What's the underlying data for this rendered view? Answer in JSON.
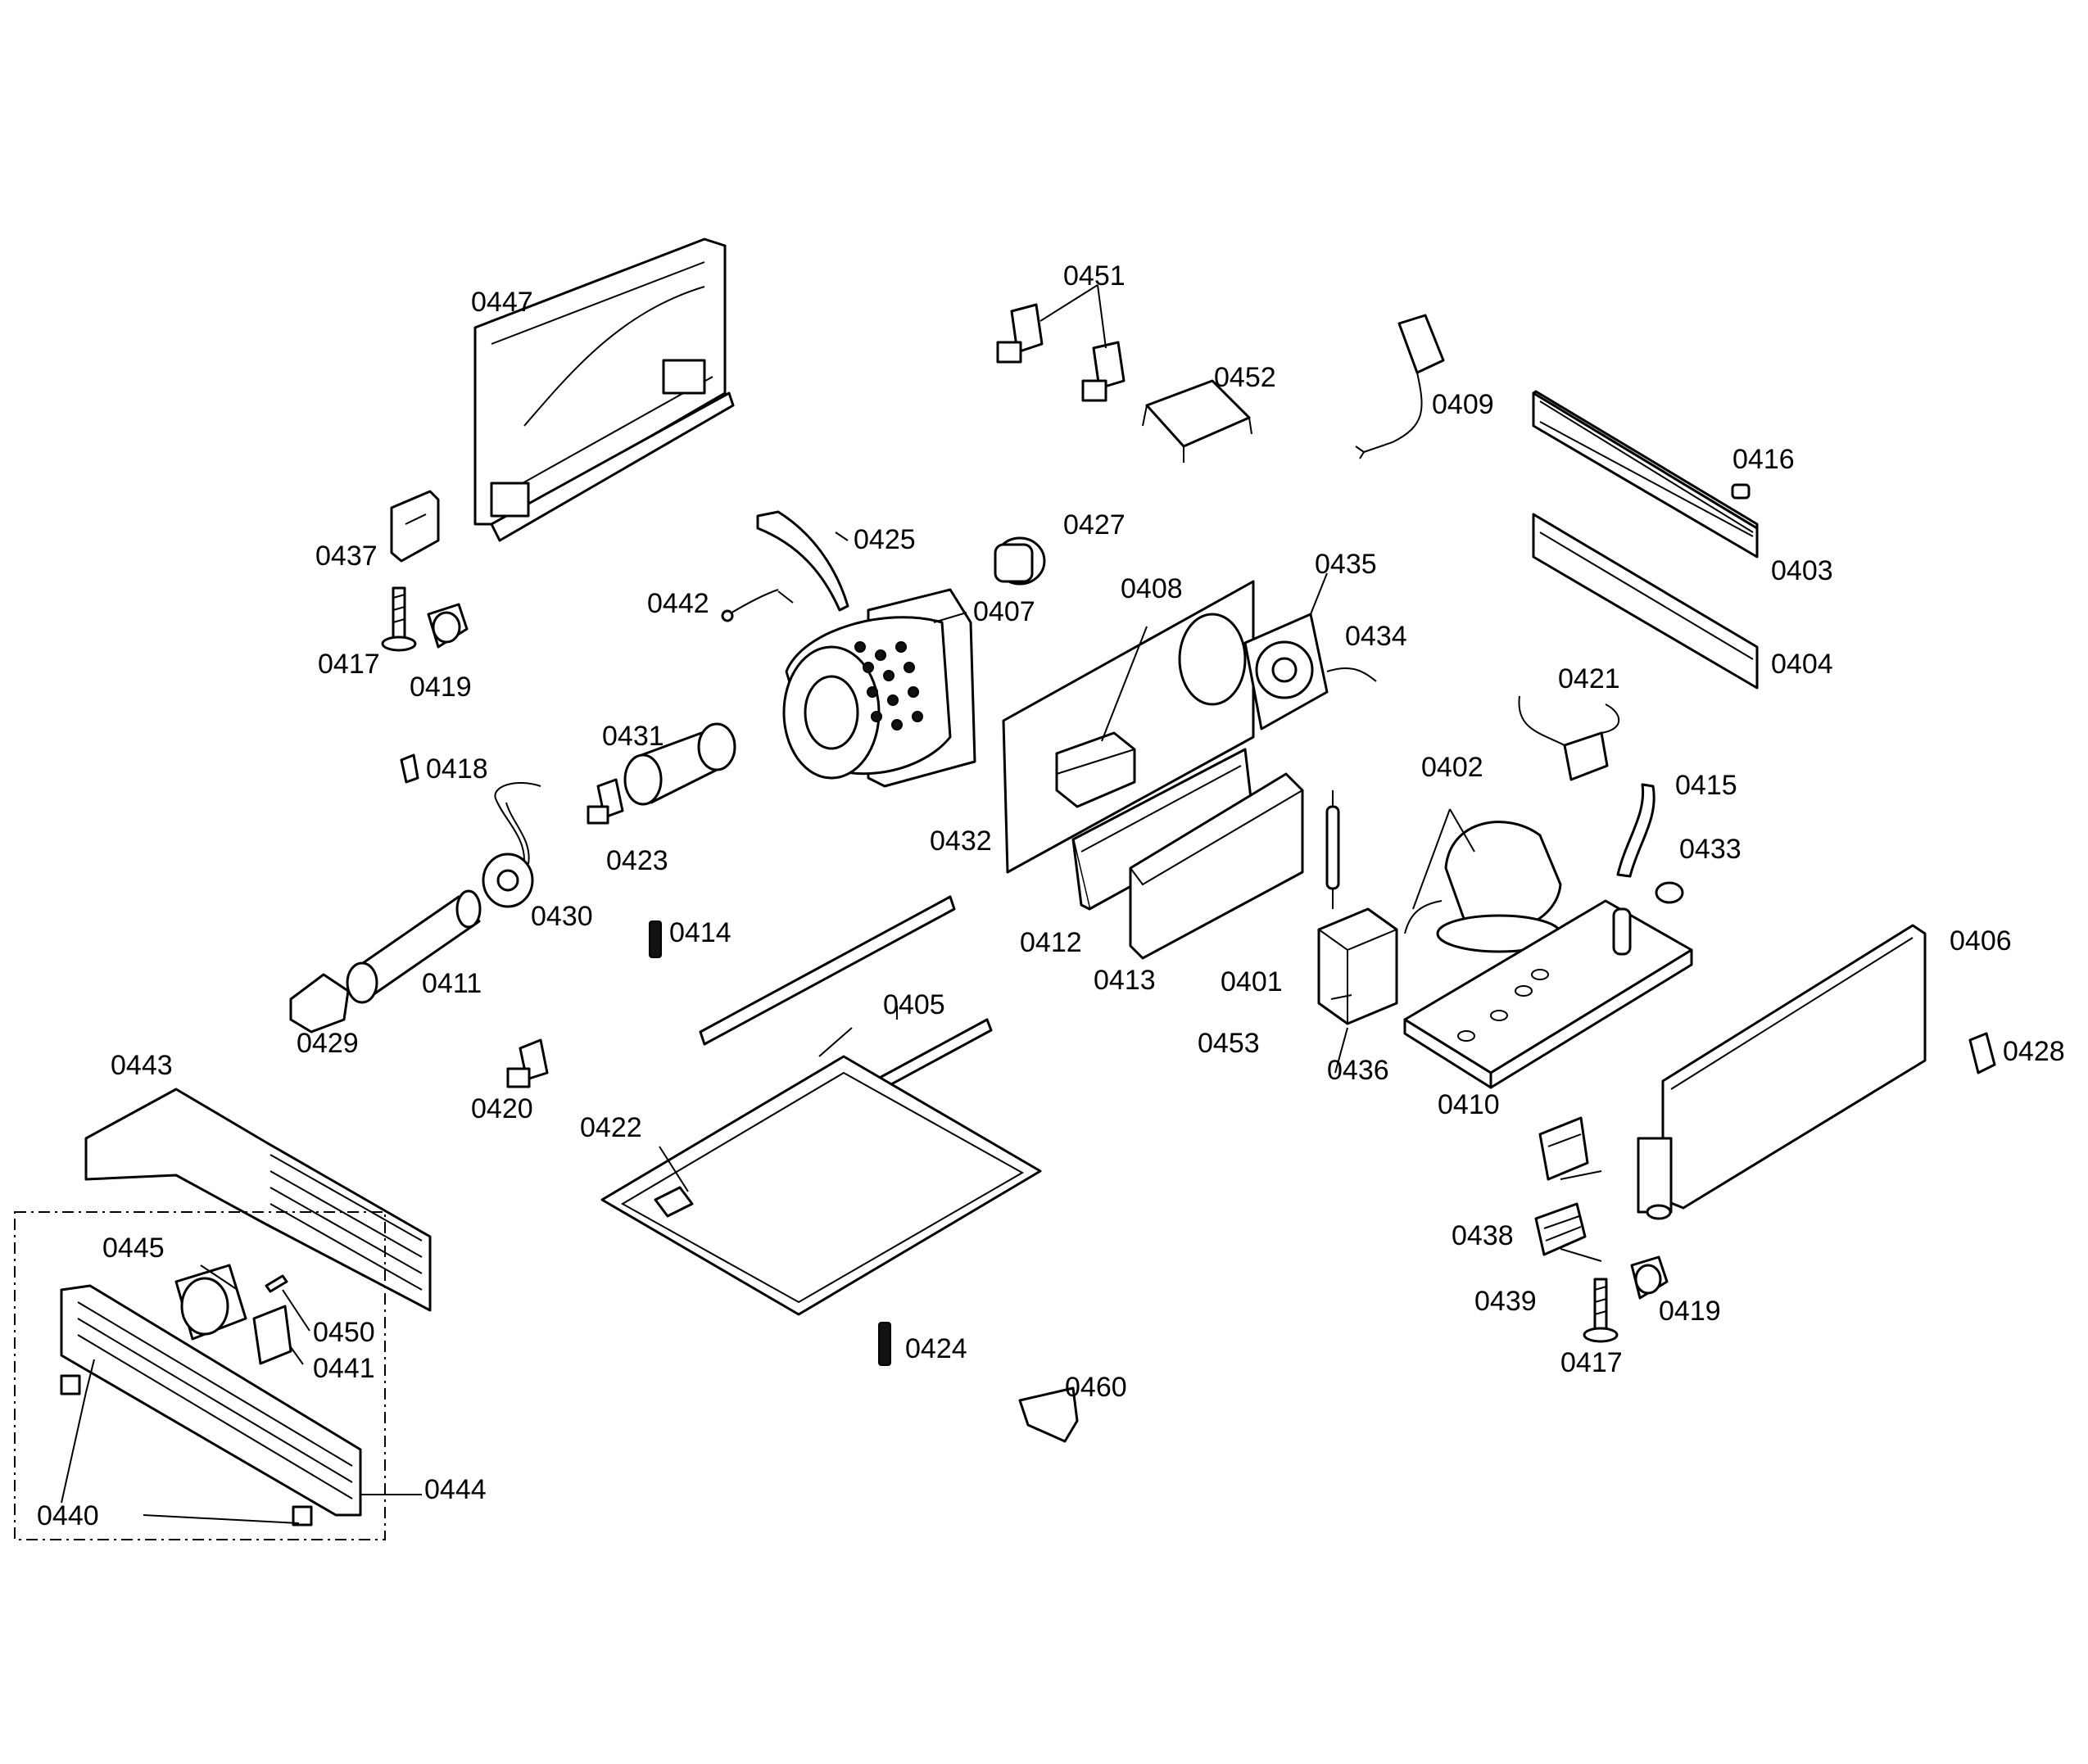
{
  "callouts": {
    "p0401": "0401",
    "p0402": "0402",
    "p0403": "0403",
    "p0404": "0404",
    "p0405": "0405",
    "p0406": "0406",
    "p0407": "0407",
    "p0408": "0408",
    "p0409": "0409",
    "p0410": "0410",
    "p0411": "0411",
    "p0412": "0412",
    "p0413": "0413",
    "p0414": "0414",
    "p0415": "0415",
    "p0416": "0416",
    "p0417": "0417",
    "p0418": "0418",
    "p0419": "0419",
    "p0420": "0420",
    "p0421": "0421",
    "p0422": "0422",
    "p0423": "0423",
    "p0424": "0424",
    "p0425": "0425",
    "p0427": "0427",
    "p0428": "0428",
    "p0429": "0429",
    "p0430": "0430",
    "p0431": "0431",
    "p0432": "0432",
    "p0433": "0433",
    "p0434": "0434",
    "p0435": "0435",
    "p0436": "0436",
    "p0437": "0437",
    "p0438": "0438",
    "p0439": "0439",
    "p0440": "0440",
    "p0441": "0441",
    "p0442": "0442",
    "p0443": "0443",
    "p0444": "0444",
    "p0445": "0445",
    "p0447": "0447",
    "p0450": "0450",
    "p0451": "0451",
    "p0452": "0452",
    "p0453": "0453",
    "p0460": "0460"
  }
}
